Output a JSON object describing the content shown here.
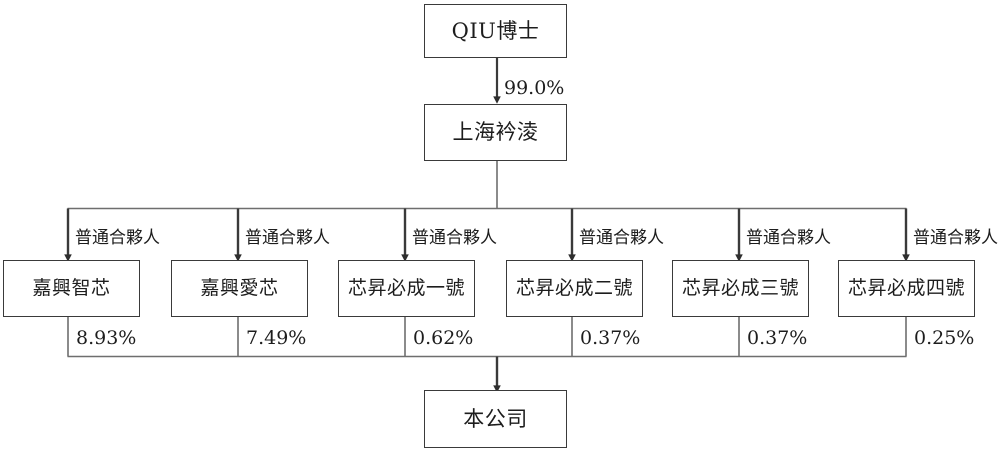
{
  "diagram": {
    "type": "org-shareholding-chart",
    "title": "",
    "colors": {
      "box_border": "#3a3a3a",
      "connector": "#3a3a3a",
      "text": "#1d1d1d",
      "background": "#ffffff"
    },
    "nodes": {
      "root": {
        "label": "QIU博士"
      },
      "holding": {
        "label": "上海衿淩"
      },
      "company": {
        "label": "本公司"
      },
      "partners": [
        {
          "label": "嘉興智芯",
          "role": "普通合夥人",
          "percent": "8.93%"
        },
        {
          "label": "嘉興愛芯",
          "role": "普通合夥人",
          "percent": "7.49%"
        },
        {
          "label": "芯昇必成一號",
          "role": "普通合夥人",
          "percent": "0.62%"
        },
        {
          "label": "芯昇必成二號",
          "role": "普通合夥人",
          "percent": "0.37%"
        },
        {
          "label": "芯昇必成三號",
          "role": "普通合夥人",
          "percent": "0.37%"
        },
        {
          "label": "芯昇必成四號",
          "role": "普通合夥人",
          "percent": "0.25%"
        }
      ]
    },
    "edges": {
      "root_to_holding_percent": "99.0%"
    }
  }
}
